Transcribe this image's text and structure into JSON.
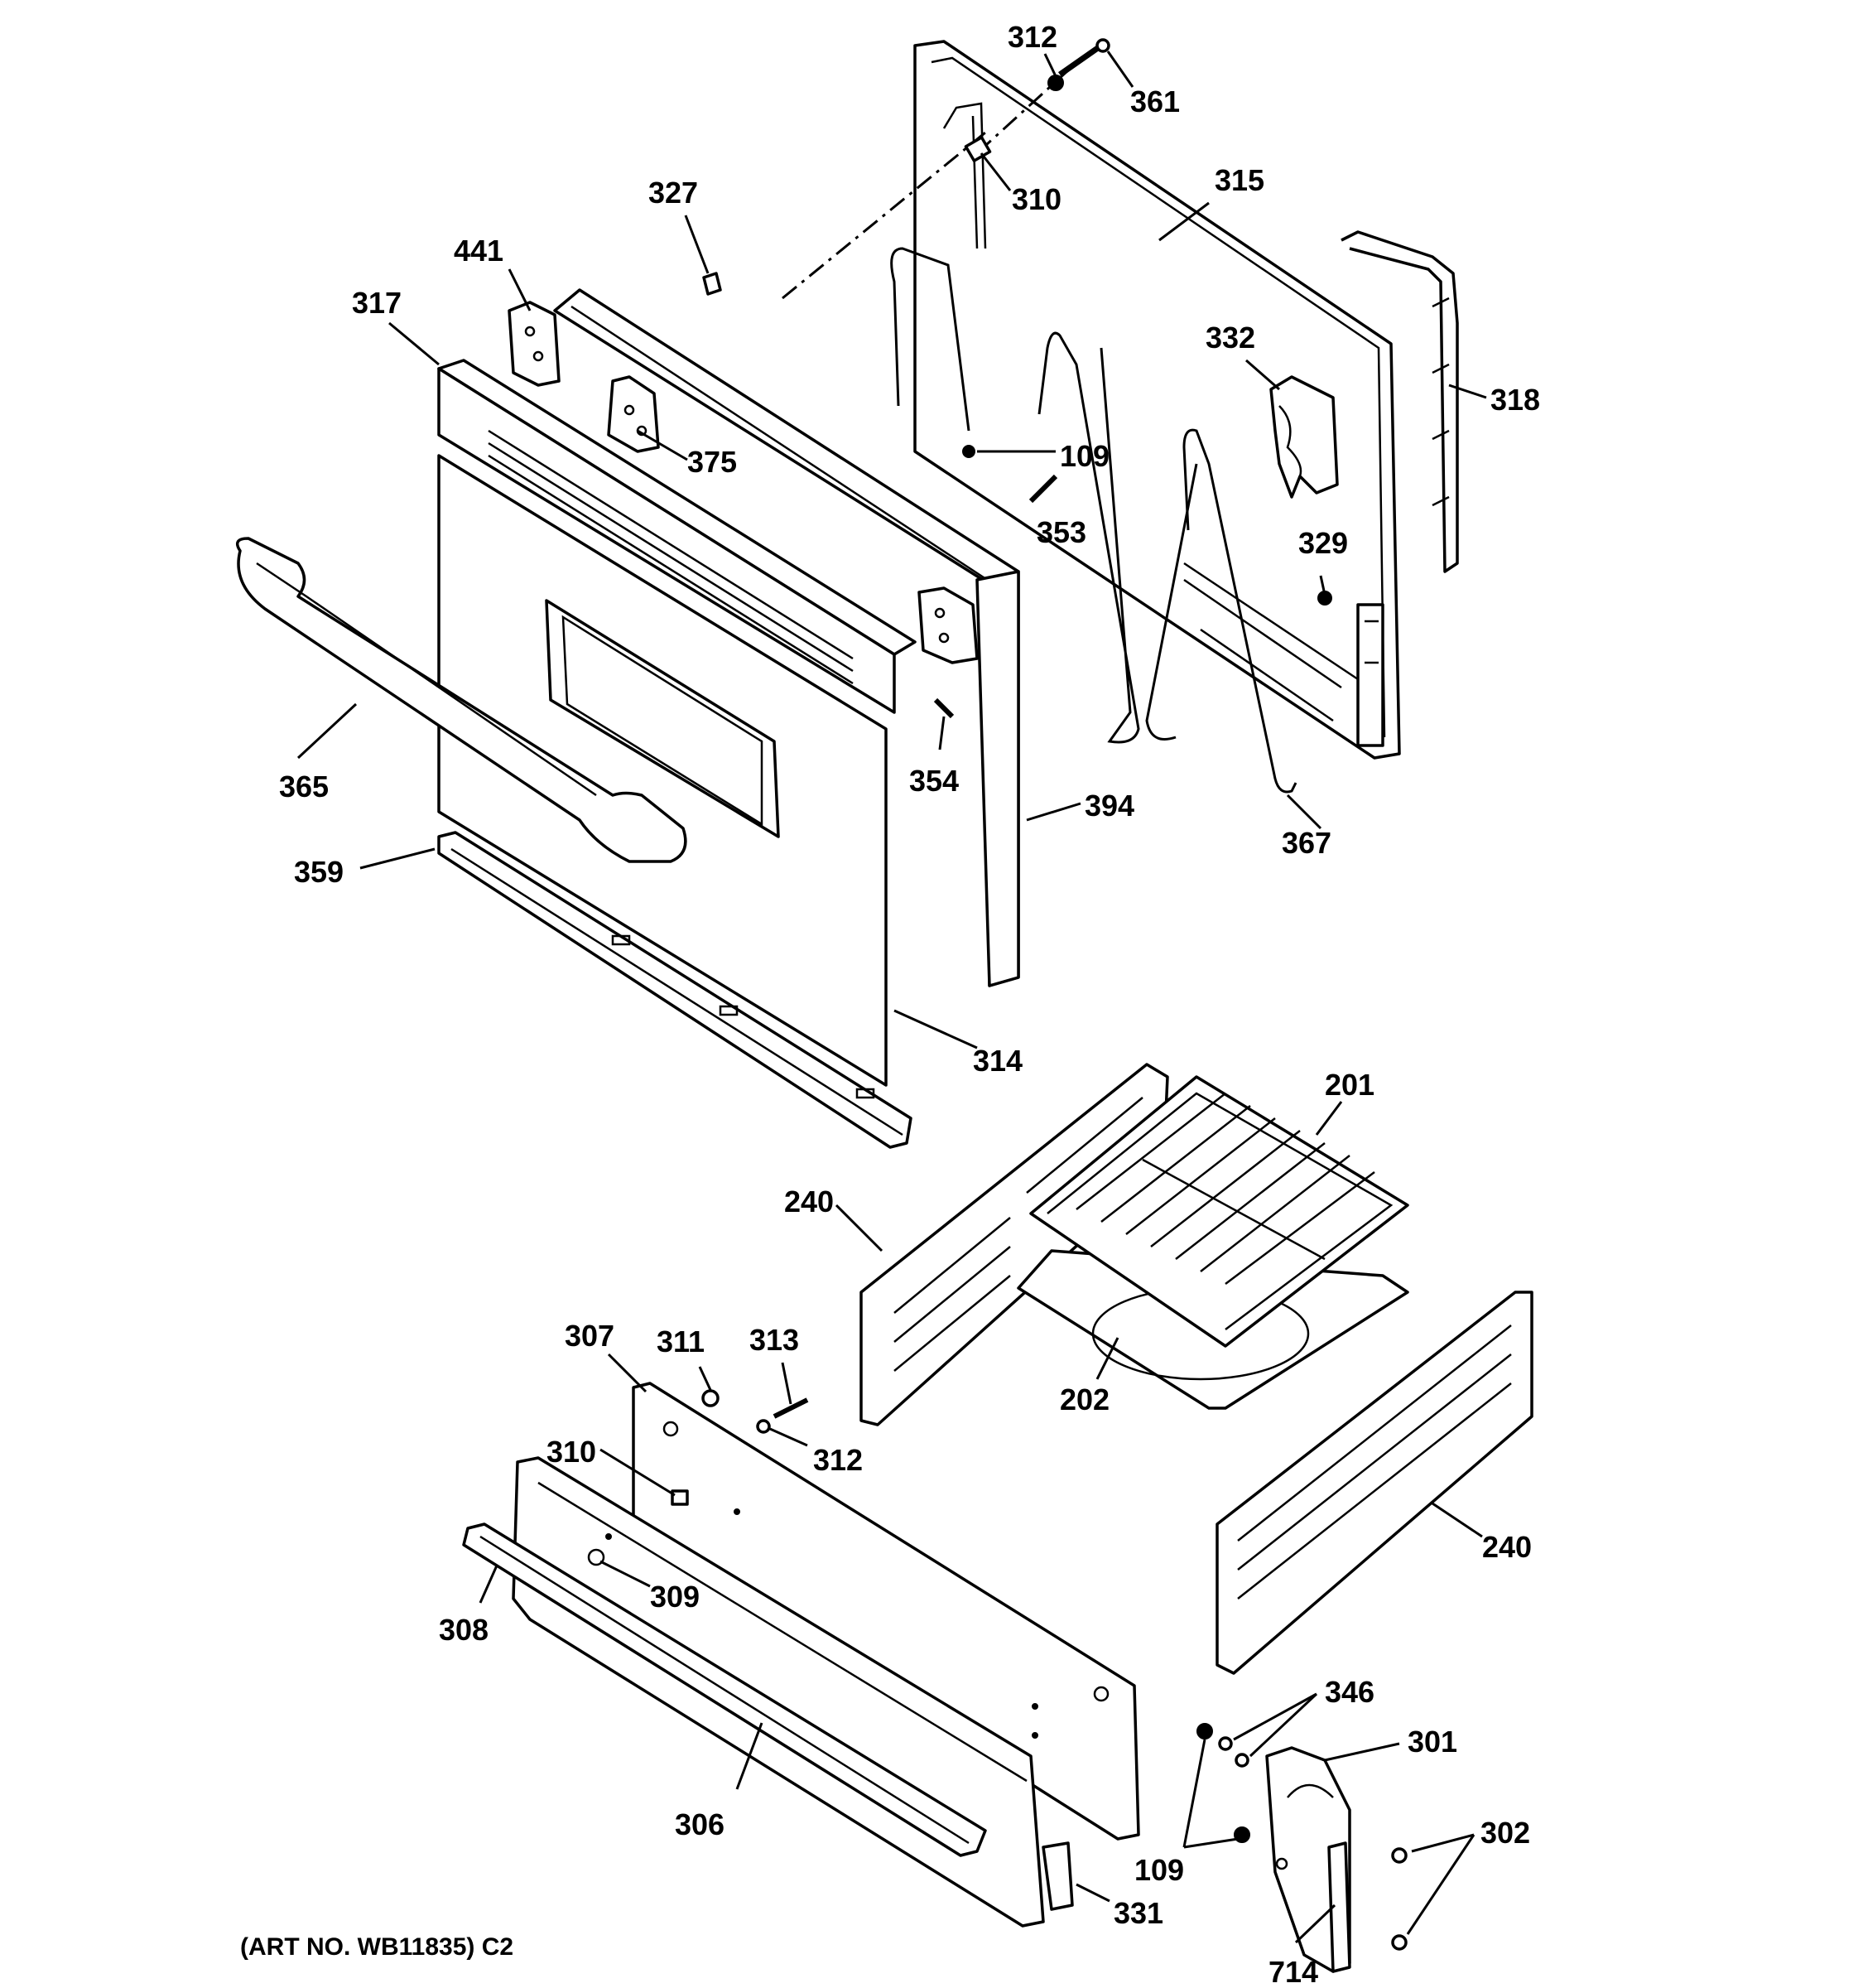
{
  "diagram": {
    "footer": "(ART NO. WB11835) C2",
    "labels": {
      "l312a": "312",
      "l361": "361",
      "l310a": "310",
      "l315": "315",
      "l327": "327",
      "l441": "441",
      "l317": "317",
      "l375": "375",
      "l332": "332",
      "l318": "318",
      "l109a": "109",
      "l353": "353",
      "l329": "329",
      "l365": "365",
      "l354": "354",
      "l394": "394",
      "l367": "367",
      "l359": "359",
      "l314": "314",
      "l201": "201",
      "l240a": "240",
      "l202": "202",
      "l307": "307",
      "l311": "311",
      "l313": "313",
      "l312b": "312",
      "l310b": "310",
      "l309": "309",
      "l308": "308",
      "l240b": "240",
      "l346": "346",
      "l301": "301",
      "l306": "306",
      "l302": "302",
      "l109b": "109",
      "l331": "331",
      "l714": "714"
    }
  }
}
